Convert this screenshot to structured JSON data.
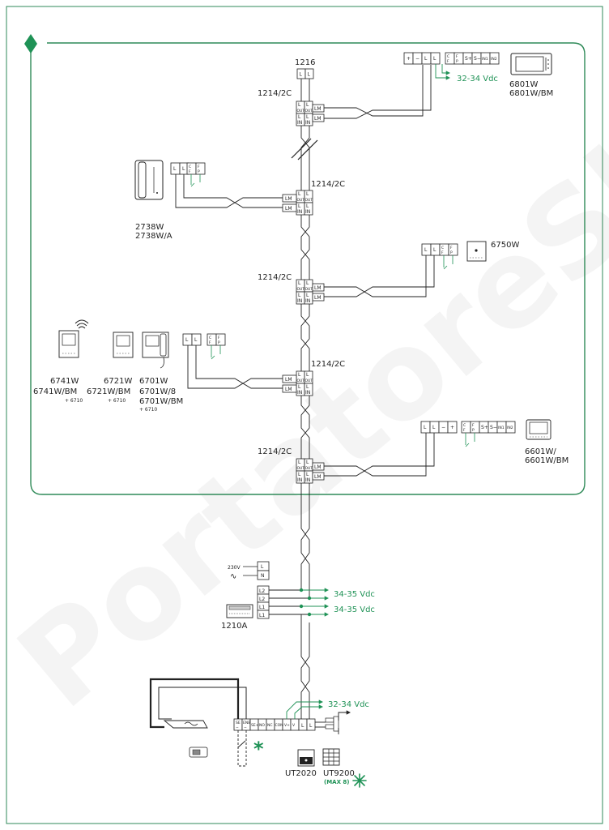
{
  "watermark": "PortatoreShop",
  "colors": {
    "accent": "#1f9256",
    "line": "#222222",
    "frame": "#2f8a58"
  },
  "labels": {
    "main_unit": "1216",
    "distributor": "1214/2C",
    "monitor_top": [
      "6801W",
      "6801W/BM"
    ],
    "handset": [
      "2738W",
      "2738W/A"
    ],
    "mini_monitor": "6750W",
    "monitor_6741": [
      "6741W",
      "6741W/BM",
      "+ 6710"
    ],
    "monitor_6721": [
      "6721W",
      "6721W/BM",
      "+ 6710"
    ],
    "monitor_6701": [
      "6701W",
      "6701W/8",
      "6701W/BM",
      "+ 6710"
    ],
    "monitor_bottom": [
      "6601W/",
      "6601W/BM"
    ],
    "power_supply": "1210A",
    "module_a": "UT2020",
    "module_b": "UT9200",
    "module_b_note": "(MAX 8)",
    "mains_voltage": "230V",
    "mains_symbol": "∿"
  },
  "voltages": {
    "monitor_supply": "32-34 Vdc",
    "bus_supply": "34-35 Vdc",
    "panel_supply": "32-34 Vdc"
  },
  "terminals": {
    "L": "L",
    "N": "N",
    "L1": "L1",
    "L2": "L2",
    "LM": "LM",
    "OUT": "OUT",
    "IN": "IN",
    "plus": "+",
    "minus": "−",
    "S_plus": "S+",
    "S_minus": "S−",
    "IN1": "IN1",
    "IN2": "IN2",
    "NO": "NO",
    "NC": "NC",
    "COM": "COM",
    "V": "V",
    "CFP": "CFP",
    "SE": "SE",
    "SE_plus": "SE+",
    "ENB": "ENB",
    "V_plus": "V+",
    "F": "F",
    "P": "P",
    "C": "C"
  }
}
